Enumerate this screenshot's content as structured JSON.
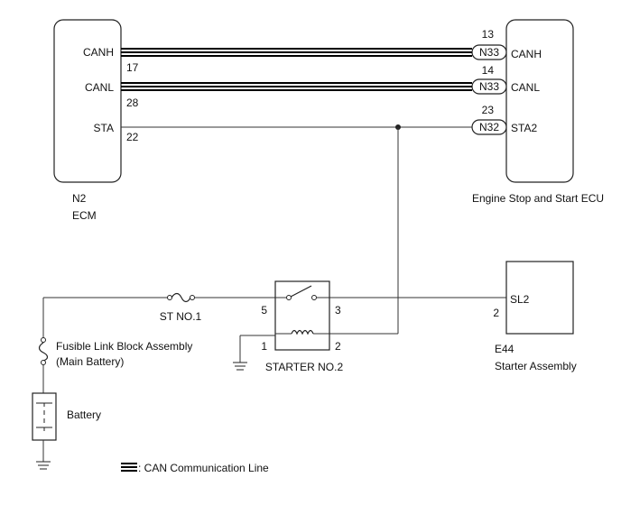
{
  "ecm": {
    "code": "N2",
    "name": "ECM",
    "pins": [
      {
        "label": "CANH",
        "number": "17"
      },
      {
        "label": "CANL",
        "number": "28"
      },
      {
        "label": "STA",
        "number": "22"
      }
    ]
  },
  "engine_ecu": {
    "name": "Engine Stop and Start ECU",
    "pins": [
      {
        "label": "CANH",
        "number": "13",
        "connector": "N33"
      },
      {
        "label": "CANL",
        "number": "14",
        "connector": "N33"
      },
      {
        "label": "STA2",
        "number": "23",
        "connector": "N32"
      }
    ]
  },
  "relay": {
    "name": "STARTER NO.2",
    "pins": [
      "5",
      "3",
      "1",
      "2"
    ]
  },
  "starter": {
    "code": "E44",
    "name": "Starter Assembly",
    "pin_label": "SL2",
    "pin_number": "2"
  },
  "fuse_st": {
    "name": "ST NO.1"
  },
  "fusible_link": {
    "name_line1": "Fusible Link Block Assembly",
    "name_line2": "(Main Battery)"
  },
  "battery": {
    "name": "Battery"
  },
  "legend": {
    "can_line": ": CAN Communication Line"
  }
}
